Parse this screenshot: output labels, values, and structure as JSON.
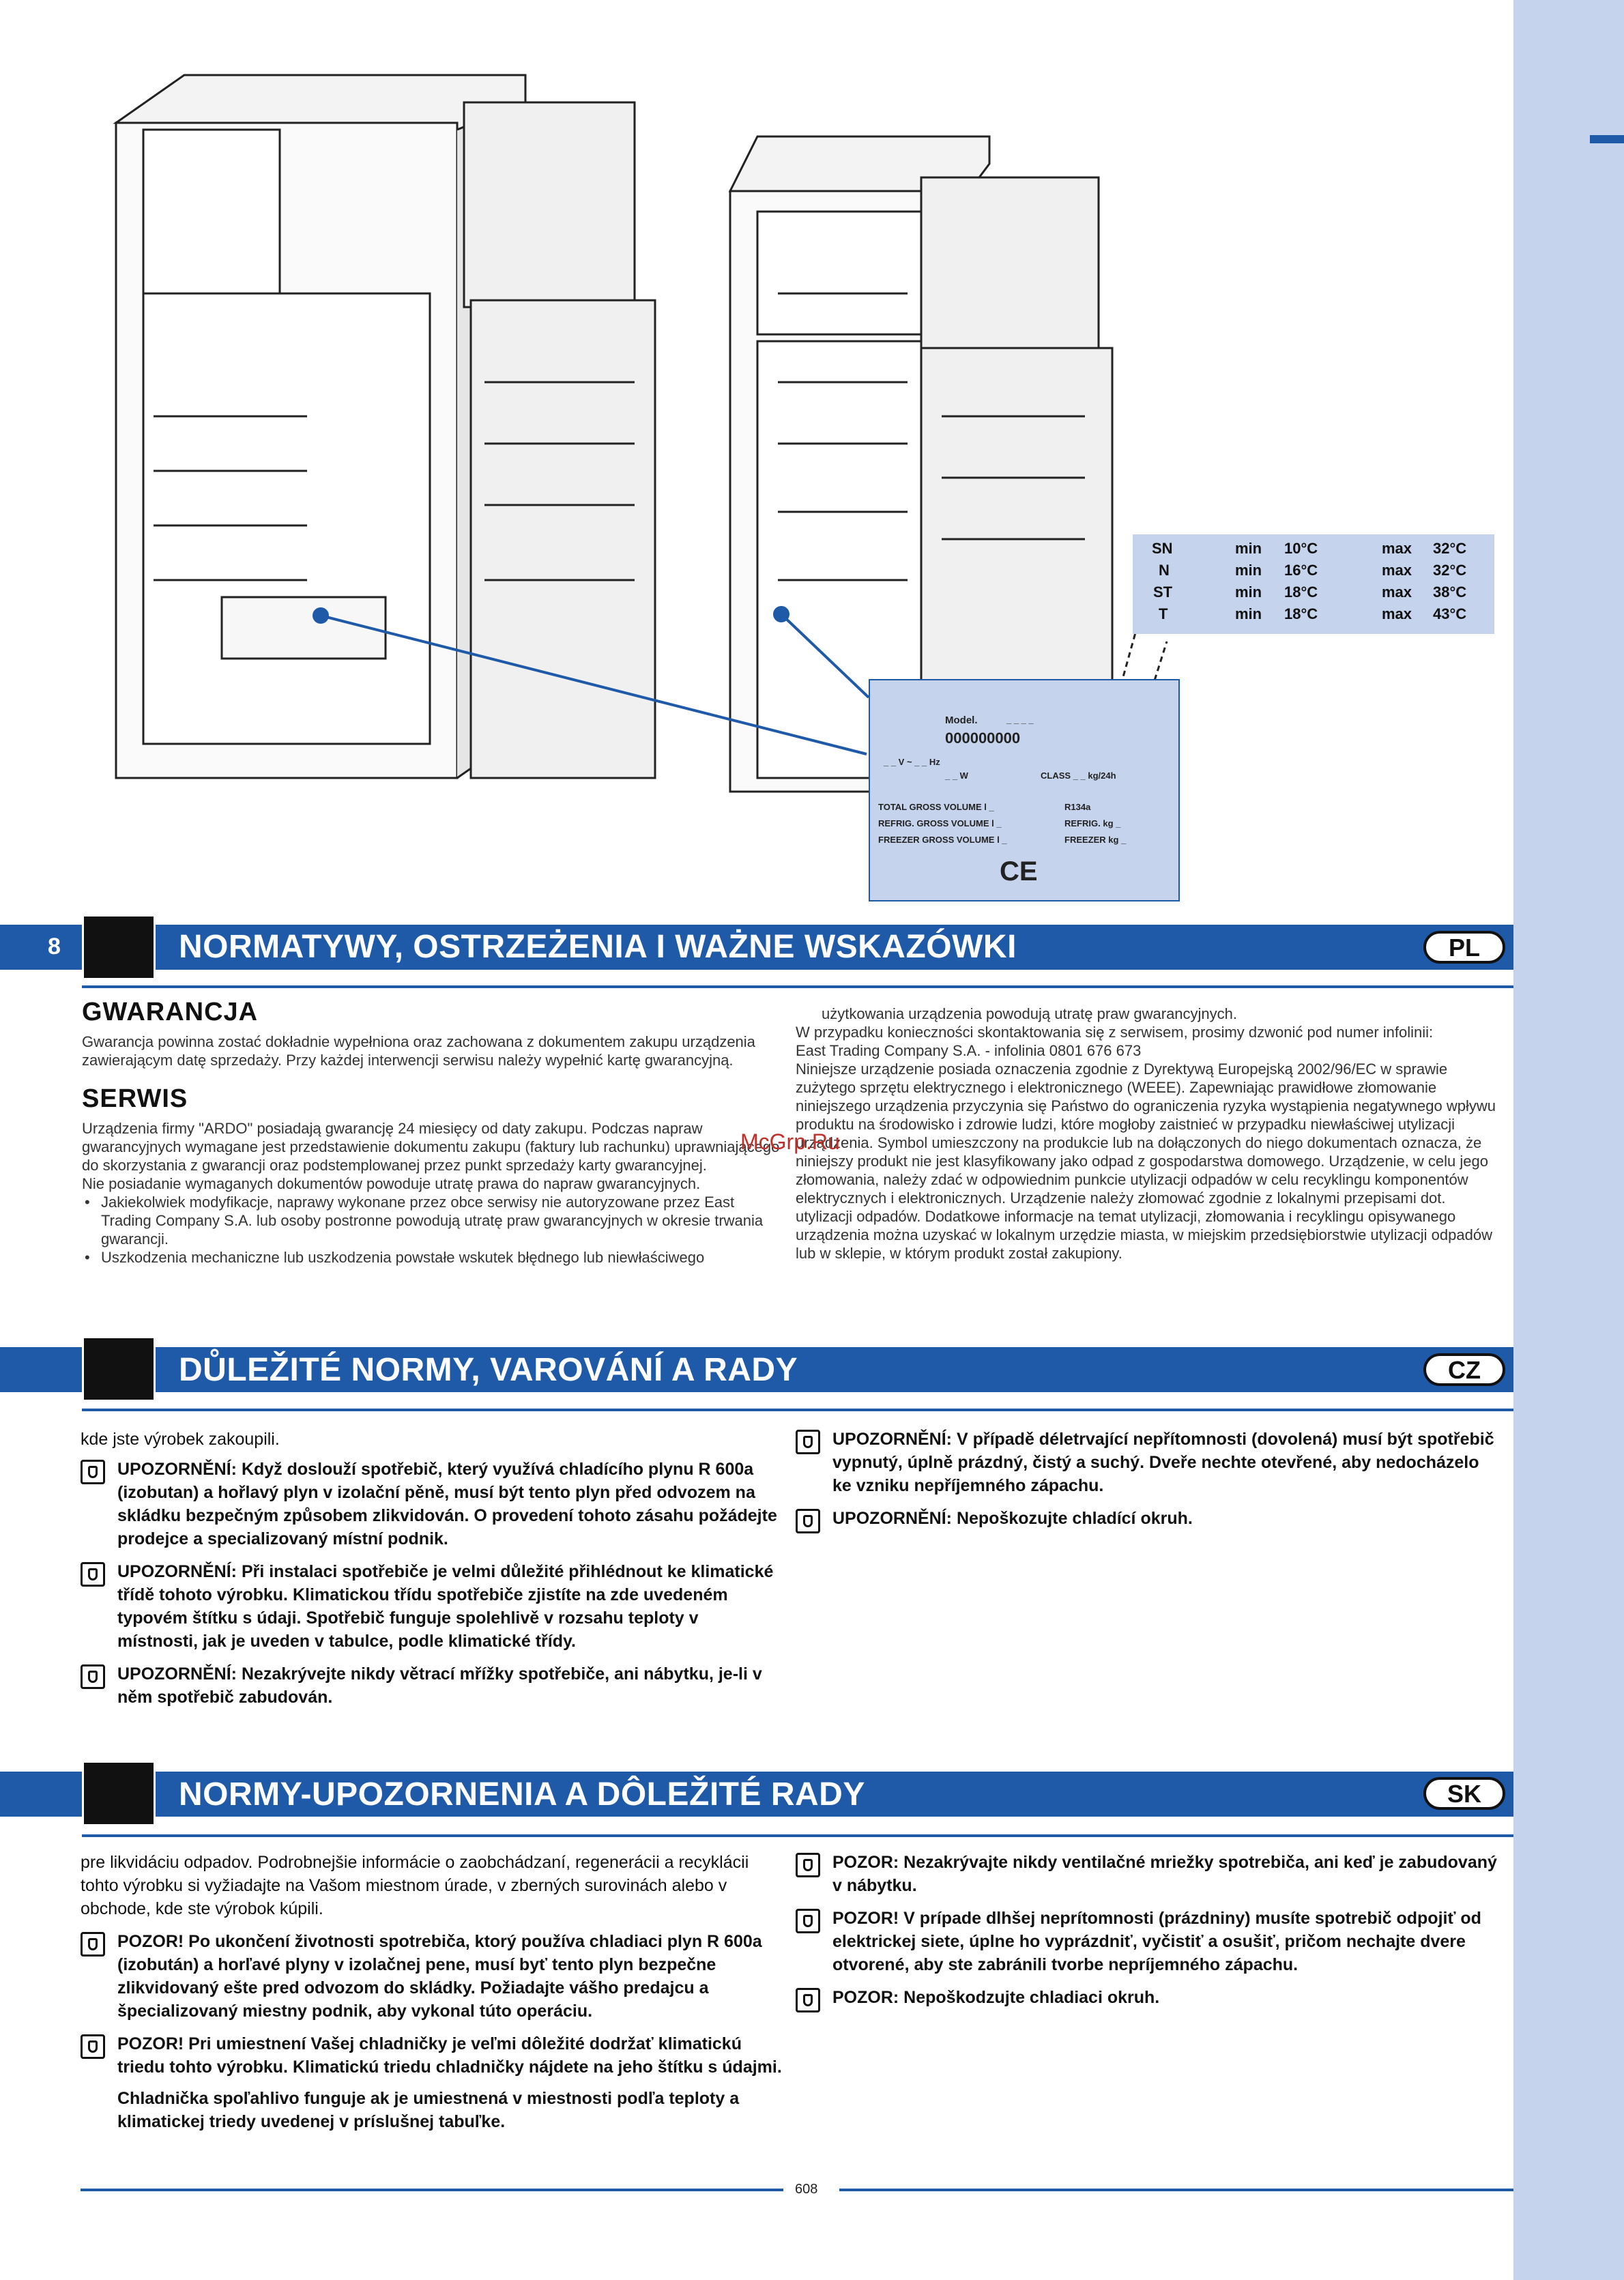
{
  "page_number": "608",
  "watermark": "McGrp.Ru",
  "temperature_table": [
    {
      "cls": "SN",
      "min_label": "min",
      "min": "10°C",
      "max_label": "max",
      "max": "32°C"
    },
    {
      "cls": "N",
      "min_label": "min",
      "min": "16°C",
      "max_label": "max",
      "max": "32°C"
    },
    {
      "cls": "ST",
      "min_label": "min",
      "min": "18°C",
      "max_label": "max",
      "max": "38°C"
    },
    {
      "cls": "T",
      "min_label": "min",
      "min": "18°C",
      "max_label": "max",
      "max": "43°C"
    }
  ],
  "rating_plate": {
    "model": "Model.",
    "model_dash": "_ _ _ _",
    "serial": "000000000",
    "volts": "_ _ V  ~  _ _ Hz",
    "watts": "_ _ W",
    "class": "CLASS  _  _ kg/24h",
    "total": "TOTAL GROSS VOLUME    l _",
    "refrig": "REFRIG. GROSS VOLUME  l _",
    "freezer": "FREEZER GROSS VOLUME  l _",
    "r": "R134a",
    "refrig_kg": "REFRIG.   kg _",
    "freezer_kg": "FREEZER  kg _",
    "ce": "CE"
  },
  "sections": {
    "pl": {
      "number": "8",
      "title": "NORMATYWY, OSTRZEŻENIA I WAŻNE WSKAZÓWKI",
      "badge": "PL",
      "gwarancja_heading": "GWARANCJA",
      "gwarancja_text": "Gwarancja powinna zostać dokładnie wypełniona oraz zachowana z dokumentem zakupu urządzenia zawierającym datę sprzedaży. Przy każdej interwencji serwisu należy wypełnić kartę gwarancyjną.",
      "serwis_heading": "SERWIS",
      "serwis_text": "Urządzenia firmy \"ARDO\" posiadają gwarancję 24 miesięcy od daty zakupu. Podczas napraw gwarancyjnych wymagane jest przedstawienie dokumentu zakupu (faktury lub rachunku) uprawniającego do skorzystania z gwarancji oraz podstemplowanej przez punkt sprzedaży karty gwarancyjnej.",
      "serwis_text2": "Nie posiadanie wymaganych dokumentów powoduje utratę prawa do napraw gwarancyjnych.",
      "bullet1": "Jakiekolwiek modyfikacje, naprawy wykonane przez obce serwisy nie autoryzowane przez East Trading Company S.A. lub osoby postronne powodują utratę praw gwarancyjnych w okresie trwania gwarancji.",
      "bullet2": "Uszkodzenia mechaniczne lub uszkodzenia powstałe wskutek błędnego lub niewłaściwego",
      "right1": "użytkowania urządzenia powodują utratę praw gwarancyjnych.",
      "right2": "W przypadku konieczności skontaktowania się z serwisem, prosimy dzwonić pod numer infolinii:",
      "right3": "East Trading Company S.A. - infolinia 0801 676 673",
      "right4": "Niniejsze urządzenie posiada oznaczenia zgodnie z Dyrektywą Europejską 2002/96/EC w sprawie zużytego sprzętu elektrycznego i elektronicznego (WEEE). Zapewniając prawidłowe złomowanie niniejszego urządzenia przyczynia się Państwo do ograniczenia ryzyka wystąpienia negatywnego wpływu produktu na środowisko i zdrowie ludzi, które mogłoby zaistnieć w przypadku niewłaściwej utylizacji urządzenia. Symbol umieszczony na produkcie lub na dołączonych do niego dokumentach oznacza, że niniejszy produkt nie jest klasyfikowany jako odpad z gospodarstwa domowego. Urządzenie, w celu jego złomowania, należy zdać w odpowiednim punkcie utylizacji odpadów w celu recyklingu komponentów elektrycznych i elektronicznych. Urządzenie należy złomować zgodnie z lokalnymi przepisami dot. utylizacji odpadów. Dodatkowe informacje na temat utylizacji, złomowania i recyklingu opisywanego urządzenia można uzyskać w lokalnym urzędzie miasta, w miejskim przedsiębiorstwie utylizacji odpadów lub w sklepie, w którym produkt został zakupiony."
    },
    "cz": {
      "title": "DŮLEŽITÉ NORMY, VAROVÁNÍ A RADY",
      "badge": "CZ",
      "intro": "kde jste výrobek zakoupili.",
      "w1": "UPOZORNĚNÍ: Když doslouží spotřebič, který využívá chladícího plynu R 600a (izobutan) a hořlavý plyn v izolační pěně, musí být tento plyn před odvozem na skládku bezpečným způsobem zlikvidován. O provedení tohoto zásahu požádejte prodejce a specializovaný místní podnik.",
      "w2": "UPOZORNĚNÍ: Při instalaci spotřebiče je velmi důležité přihlédnout ke klimatické třídě tohoto výrobku. Klimatickou třídu spotřebiče zjistíte na zde uvedeném typovém štítku s údaji. Spotřebič funguje spolehlivě v rozsahu teploty v místnosti, jak je uveden v tabulce, podle klimatické třídy.",
      "w3": "UPOZORNĚNÍ: Nezakrývejte nikdy větrací mřížky spotřebiče, ani nábytku, je-li v něm spotřebič zabudován.",
      "w4": "UPOZORNĚNÍ: V případě déletrvající nepřítomnosti (dovolená) musí být spotřebič vypnutý, úplně prázdný, čistý a suchý. Dveře nechte otevřené, aby nedocházelo ke vzniku nepříjemného zápachu.",
      "w5": "UPOZORNĚNÍ: Nepoškozujte chladící okruh."
    },
    "sk": {
      "title": "NORMY-UPOZORNENIA A DÔLEŽITÉ RADY",
      "badge": "SK",
      "intro": "pre likvidáciu odpadov. Podrobnejšie informácie o zaobchádzaní, regenerácii a recyklácii tohto výrobku si vyžiadajte na Vašom miestnom úrade, v zberných surovinách alebo v obchode, kde ste výrobok kúpili.",
      "w1_label": "POZOR!",
      "w1": "Po ukončení životnosti spotrebiča, ktorý používa chladiaci plyn R 600a (izobután) a horľavé plyny v izolačnej pene, musí byť tento plyn bezpečne zlikvidovaný ešte pred odvozom do skládky. Požiadajte vášho predajcu a špecializovaný miestny podnik, aby vykonal túto operáciu.",
      "w2_label": "POZOR!",
      "w2": "Pri umiestnení Vašej chladničky je veľmi dôležité dodržať klimatickú triedu tohto výrobku. Klimatickú triedu chladničky nájdete na jeho štítku s údajmi.",
      "w2b": "Chladnička spoľahlivo funguje ak je umiestnená v miestnosti podľa teploty a klimatickej triedy uvedenej v príslušnej tabuľke.",
      "w3_label": "POZOR:",
      "w3": "Nezakrývajte nikdy ventilačné mriežky spotrebiča, ani keď je zabudovaný v nábytku.",
      "w4_label": "POZOR!",
      "w4": "V prípade dlhšej neprítomnosti (prázdniny) musíte spotrebič odpojiť od elektrickej siete, úplne ho vyprázdniť, vyčistiť a osušiť, pričom nechajte dvere otvorené, aby ste zabránili tvorbe nepríjemného zápachu.",
      "w5_label": "POZOR:",
      "w5": "Nepoškodzujte chladiaci okruh."
    }
  }
}
